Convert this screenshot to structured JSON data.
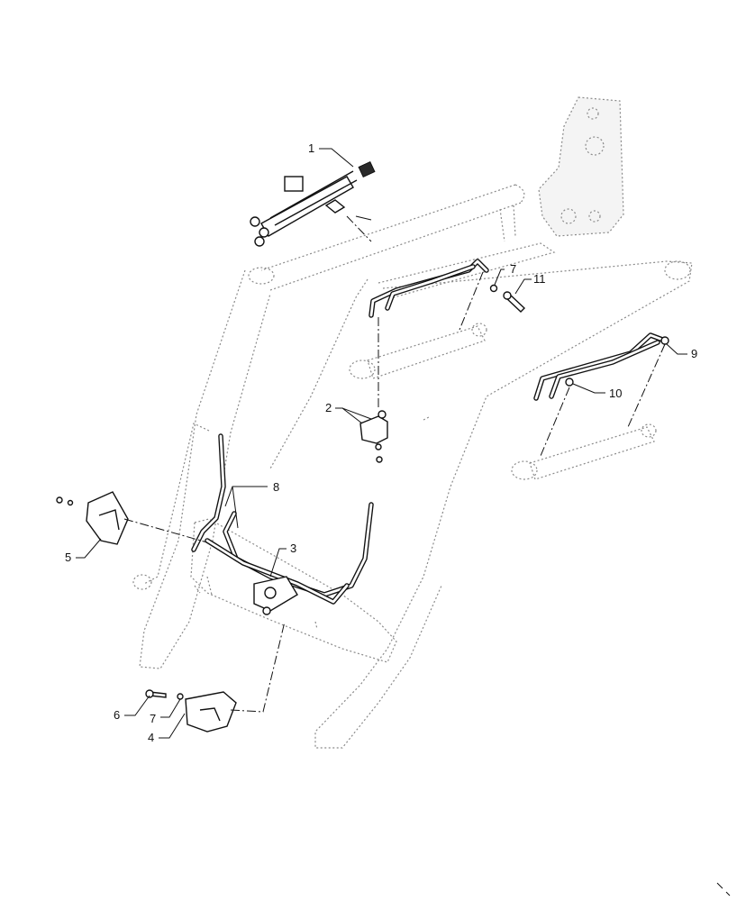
{
  "diagram": {
    "callouts": [
      {
        "id": "c1",
        "text": "1"
      },
      {
        "id": "c2",
        "text": "2"
      },
      {
        "id": "c3",
        "text": "3"
      },
      {
        "id": "c4",
        "text": "4"
      },
      {
        "id": "c5",
        "text": "5"
      },
      {
        "id": "c6",
        "text": "6"
      },
      {
        "id": "c7a",
        "text": "7"
      },
      {
        "id": "c7b",
        "text": "7"
      },
      {
        "id": "c8",
        "text": "8"
      },
      {
        "id": "c9",
        "text": "9"
      },
      {
        "id": "c10",
        "text": "10"
      },
      {
        "id": "c11",
        "text": "11"
      }
    ],
    "colors": {
      "ink": "#111111",
      "phantom_line": "#8a8a8a",
      "background": "#ffffff"
    }
  }
}
